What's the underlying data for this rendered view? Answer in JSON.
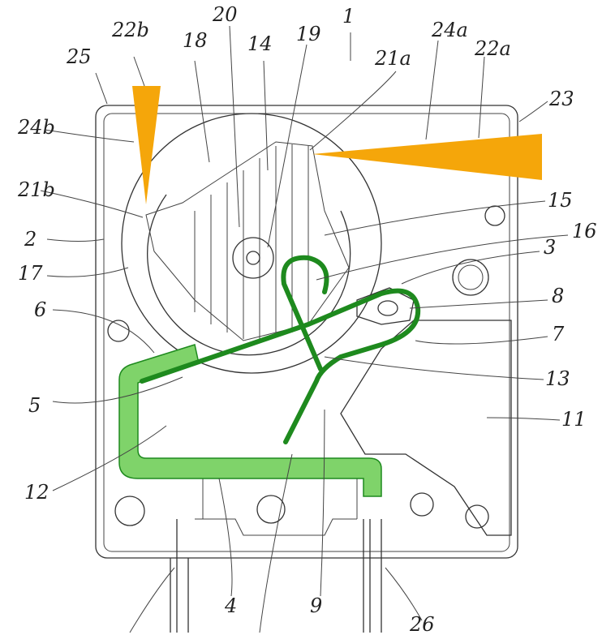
{
  "figure": {
    "labels": {
      "l1": "1",
      "l2": "2",
      "l3": "3",
      "l4": "4",
      "l5": "5",
      "l6": "6",
      "l7": "7",
      "l8": "8",
      "l9": "9",
      "l11": "11",
      "l12": "12",
      "l13": "13",
      "l14": "14",
      "l15": "15",
      "l16": "16",
      "l17": "17",
      "l18": "18",
      "l19": "19",
      "l20": "20",
      "l21a": "21a",
      "l21b": "21b",
      "l22a": "22a",
      "l22b": "22b",
      "l23": "23",
      "l24a": "24a",
      "l24b": "24b",
      "l25": "25",
      "l26": "26"
    },
    "colors": {
      "spring": "#1e8a1e",
      "spring_fill": "#7fd36a",
      "wedge": "#f5a60a"
    }
  }
}
